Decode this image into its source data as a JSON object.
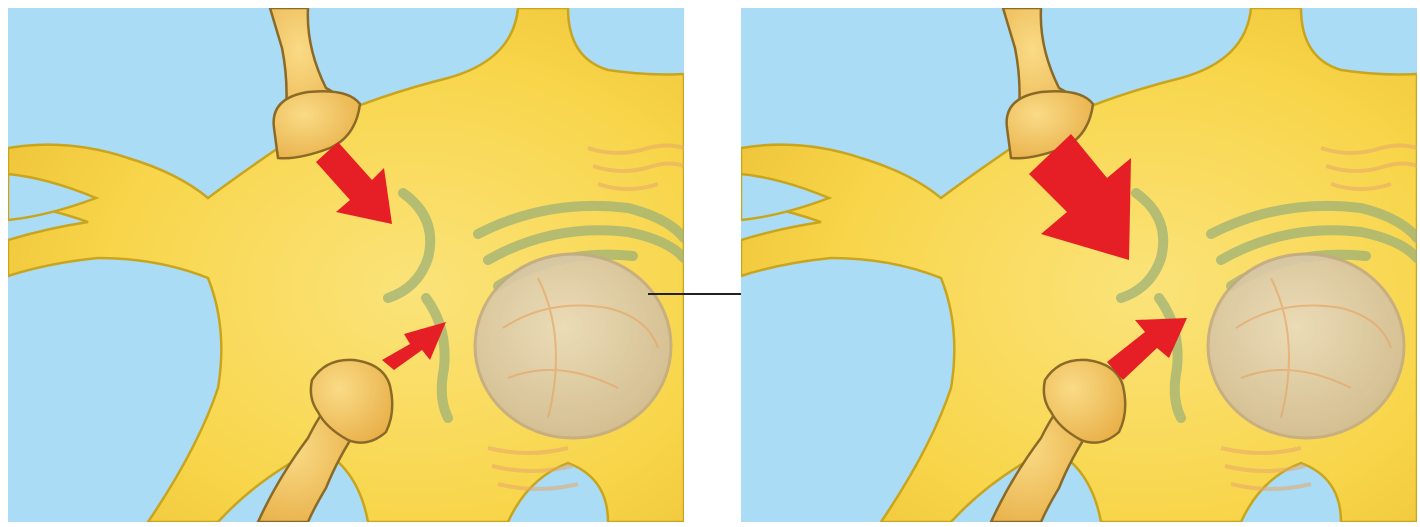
{
  "colors": {
    "background_fluid": "#aadcf5",
    "cell_body": "#f8d54a",
    "cell_outline": "#c9a51e",
    "terminal": "#f1c25a",
    "terminal_outline": "#8a6a26",
    "golgi": "#b9c48a",
    "nucleus": "#d9c8a6",
    "er": "#e6a868",
    "signal_arrow": "#e61e25",
    "transition_arrow": "#222222"
  },
  "panels": [
    {
      "id": "before",
      "signal_strength": "normal"
    },
    {
      "id": "after",
      "signal_strength": "enhanced"
    }
  ]
}
